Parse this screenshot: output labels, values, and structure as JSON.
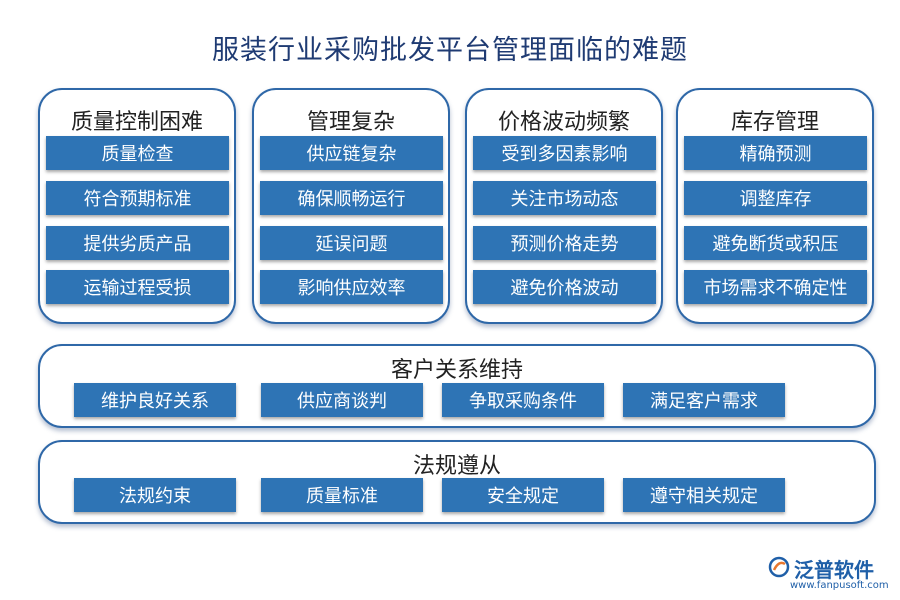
{
  "title": "服装行业采购批发平台管理面临的难题",
  "columns": [
    {
      "title": "质量控制困难",
      "items": [
        "质量检查",
        "符合预期标准",
        "提供劣质产品",
        "运输过程受损"
      ]
    },
    {
      "title": "管理复杂",
      "items": [
        "供应链复杂",
        "确保顺畅运行",
        "延误问题",
        "影响供应效率"
      ]
    },
    {
      "title": "价格波动频繁",
      "items": [
        "受到多因素影响",
        "关注市场动态",
        "预测价格走势",
        "避免价格波动"
      ]
    },
    {
      "title": "库存管理",
      "items": [
        "精确预测",
        "调整库存",
        "避免断货或积压",
        "市场需求不确定性"
      ]
    }
  ],
  "rows": [
    {
      "title": "客户关系维持",
      "items": [
        "维护良好关系",
        "供应商谈判",
        "争取采购条件",
        "满足客户需求"
      ]
    },
    {
      "title": "法规遵从",
      "items": [
        "法规约束",
        "质量标准",
        "安全规定",
        "遵守相关规定"
      ]
    }
  ],
  "logo": {
    "name": "泛普软件",
    "url": "www.fanpusoft.com"
  },
  "colors": {
    "panel_border": "#2f68a8",
    "item_fill": "#2e74b5",
    "title_text": "#1f3b73"
  }
}
